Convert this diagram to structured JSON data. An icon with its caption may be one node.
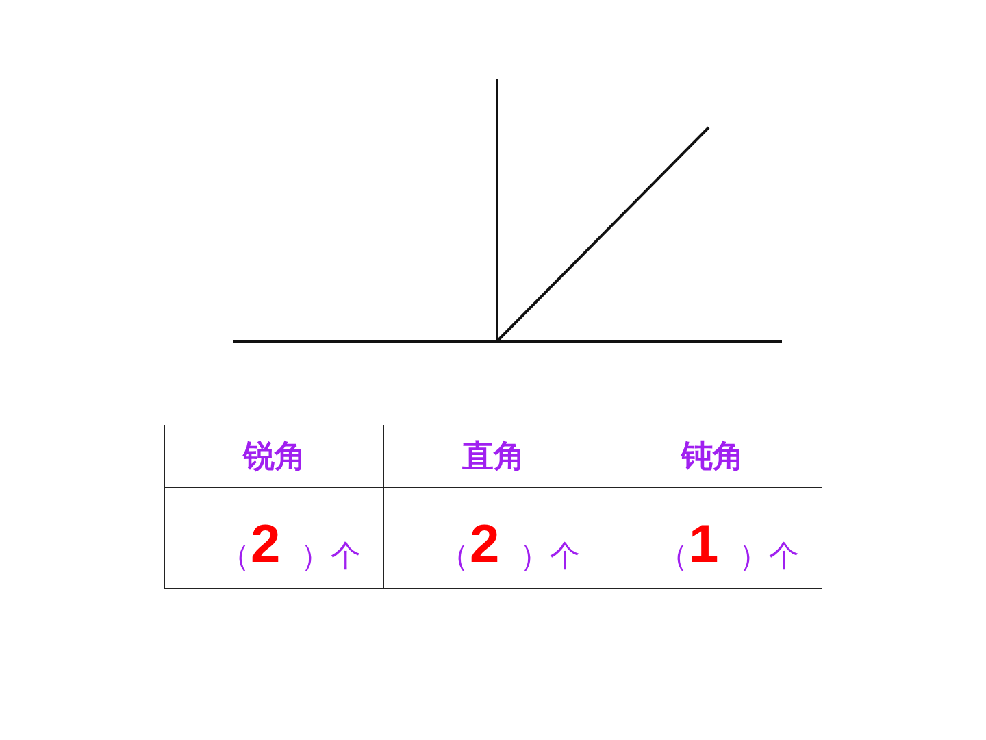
{
  "diagram": {
    "labels": [
      "锐角",
      "直角",
      "钝角",
      "（ ）个",
      "2",
      "（ ）个",
      "2",
      "（ ）个",
      "1"
    ]
  }
}
